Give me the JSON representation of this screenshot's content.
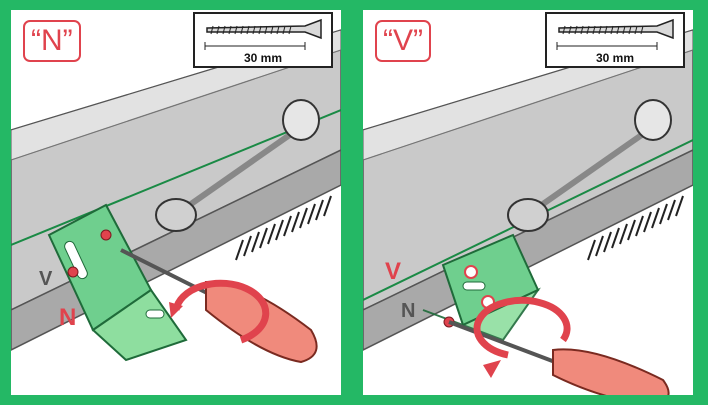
{
  "panels": [
    {
      "mode_label": "“N”",
      "screw_length": "30 mm",
      "position_letters": {
        "upper": "V",
        "lower": "N"
      },
      "active_letter": "N",
      "active_color": "#e0434d",
      "inactive_color": "#555555"
    },
    {
      "mode_label": "“V”",
      "screw_length": "30 mm",
      "position_letters": {
        "upper": "V",
        "lower": "N"
      },
      "active_letter": "V",
      "active_color": "#e0434d",
      "inactive_color": "#555555"
    }
  ],
  "colors": {
    "background": "#24b865",
    "bracket_green": "#6fcf8e",
    "handle_red": "#f08a7c",
    "arrow_red": "#e0434d",
    "rail_gray": "#b9b9b9"
  }
}
